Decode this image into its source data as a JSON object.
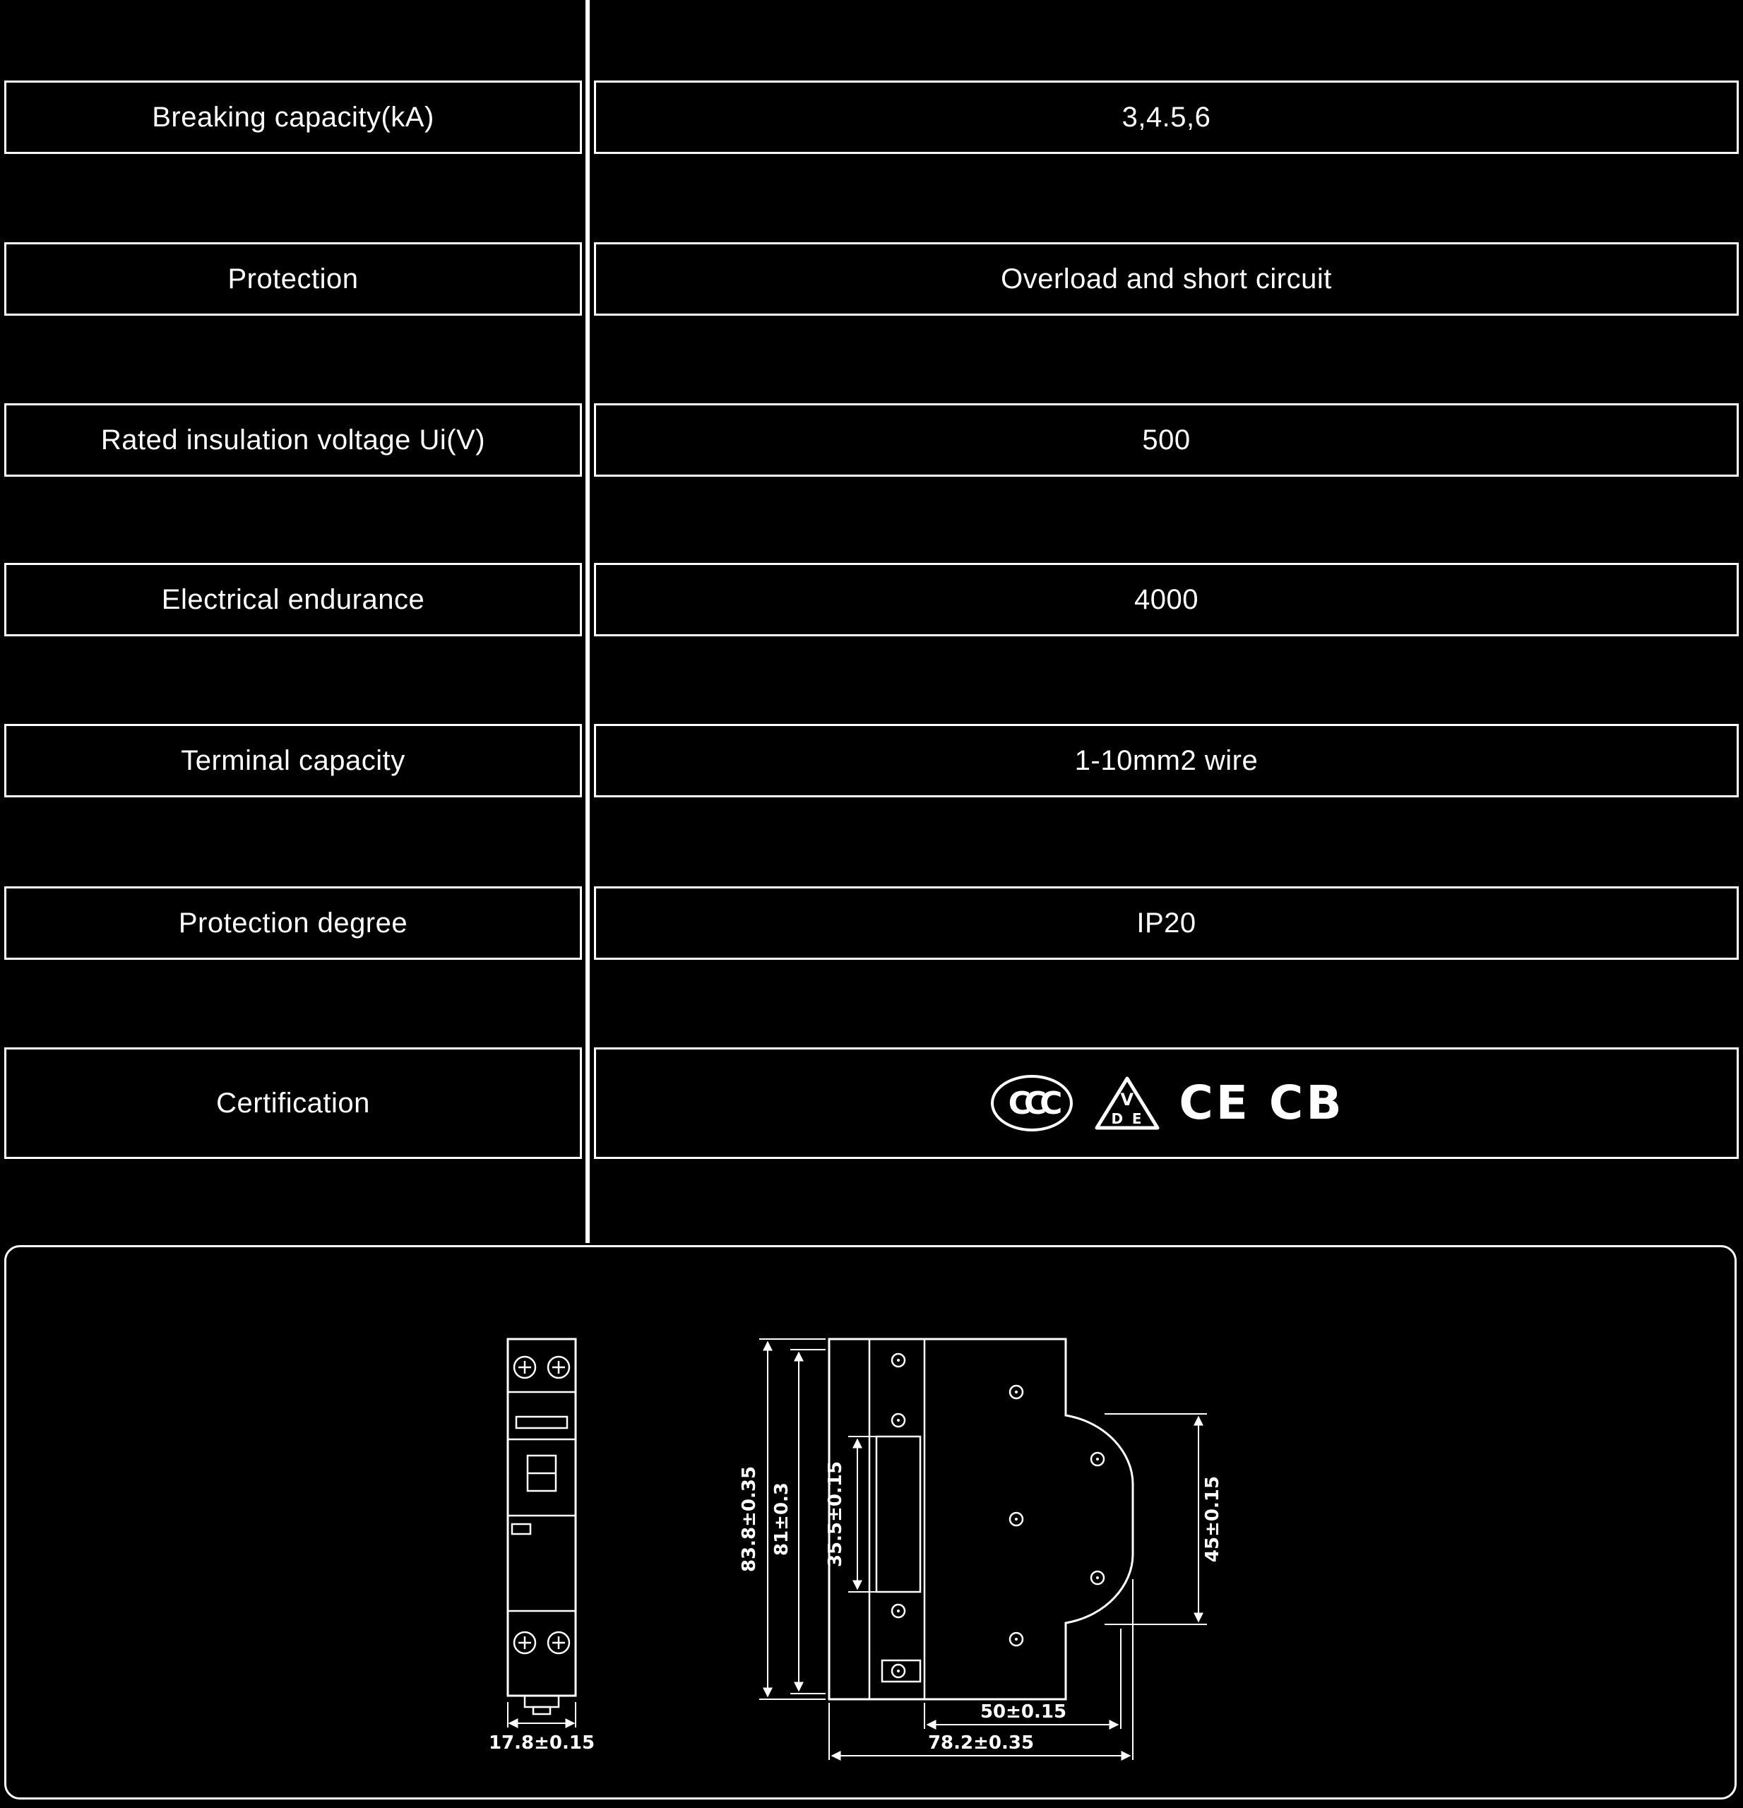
{
  "page": {
    "background_color": "#000000",
    "foreground_color": "#ffffff"
  },
  "spec_table": {
    "rows": [
      {
        "label": "Breaking capacity(kA)",
        "value": "3,4.5,6"
      },
      {
        "label": "Protection",
        "value": "Overload and short circuit"
      },
      {
        "label": "Rated insulation voltage Ui(V)",
        "value": "500"
      },
      {
        "label": "Electrical endurance",
        "value": "4000"
      },
      {
        "label": "Terminal capacity",
        "value": "1-10mm2 wire"
      },
      {
        "label": "Protection degree",
        "value": "IP20"
      },
      {
        "label": "Certification",
        "value": ""
      }
    ],
    "certification_marks": {
      "ccc": "CCC",
      "vde_v": "V",
      "vde_d": "D",
      "vde_e": "E",
      "ce": "CE",
      "cb": "CB"
    }
  },
  "drawing": {
    "front_view": {
      "width_dim": "17.8±0.15"
    },
    "side_view": {
      "overall_height_dim": "83.8±0.35",
      "body_height_dim": "81±0.3",
      "window_height_dim": "35.5±0.15",
      "clip_height_dim": "45±0.15",
      "rail_width_dim": "50±0.15",
      "depth_dim": "78.2±0.35"
    }
  }
}
